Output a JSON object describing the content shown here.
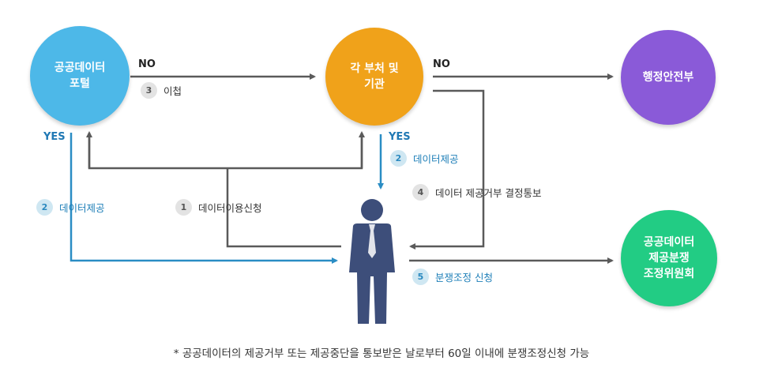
{
  "nodes": {
    "portal": {
      "label": "공공데이터\n포털",
      "color": "#4db8e8"
    },
    "ministry": {
      "label": "각 부처 및\n기관",
      "color": "#f0a21a"
    },
    "mois": {
      "label": "행정안전부",
      "color": "#8a5ad8"
    },
    "committee": {
      "label": "공공데이터\n제공분쟁\n조정위원회",
      "color": "#22cc84"
    }
  },
  "keywords": {
    "no1": "NO",
    "no2": "NO",
    "yes1": "YES",
    "yes2": "YES"
  },
  "steps": {
    "s1": {
      "num": "1",
      "text": "데이터이용신청"
    },
    "s2a": {
      "num": "2",
      "text": "데이터제공"
    },
    "s2b": {
      "num": "2",
      "text": "데이터제공"
    },
    "s3": {
      "num": "3",
      "text": "이첩"
    },
    "s4": {
      "num": "4",
      "text": "데이터 제공거부 결정통보"
    },
    "s5": {
      "num": "5",
      "text": "분쟁조정 신청"
    }
  },
  "colors": {
    "line_gray": "#5a5a5a",
    "line_blue": "#2a8dc4",
    "person": "#3d4e7a"
  },
  "footnote": "* 공공데이터의 제공거부 또는 제공중단을 통보받은 날로부터 60일 이내에 분쟁조정신청 가능"
}
